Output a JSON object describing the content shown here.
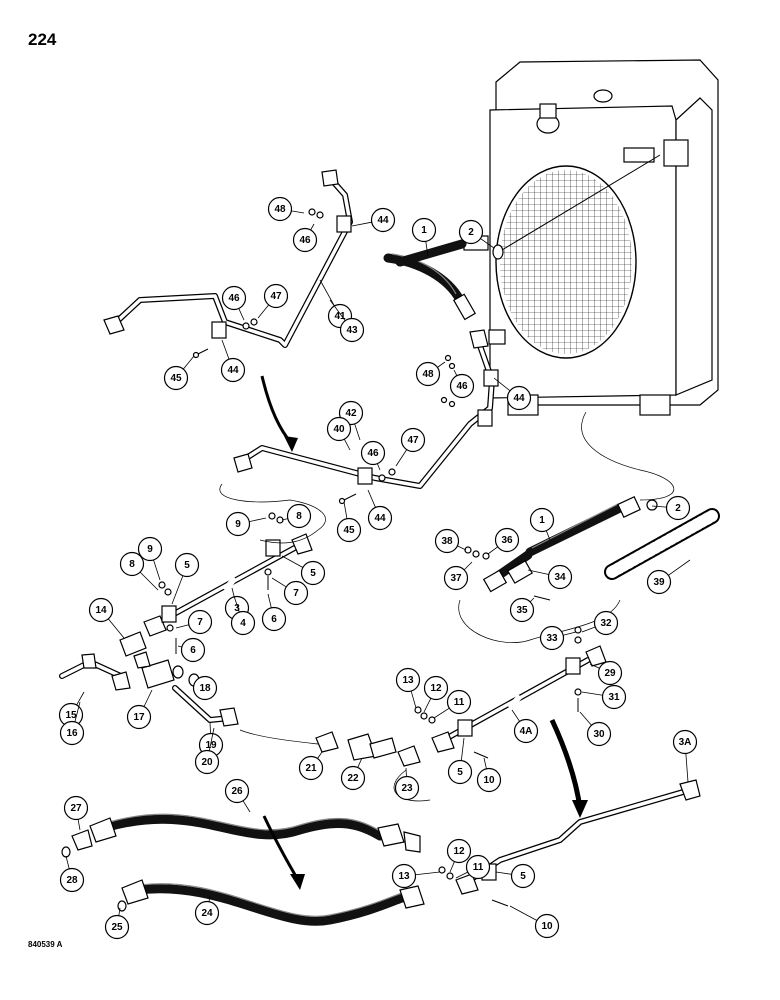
{
  "page_number": "224",
  "figure_code": "840539 A",
  "callouts": [
    {
      "id": "c-48a",
      "label": "48"
    },
    {
      "id": "c-46a",
      "label": "46"
    },
    {
      "id": "c-44a",
      "label": "44"
    },
    {
      "id": "c-1a",
      "label": "1"
    },
    {
      "id": "c-2a",
      "label": "2"
    },
    {
      "id": "c-46b",
      "label": "46"
    },
    {
      "id": "c-47a",
      "label": "47"
    },
    {
      "id": "c-41",
      "label": "41"
    },
    {
      "id": "c-43",
      "label": "43"
    },
    {
      "id": "c-45a",
      "label": "45"
    },
    {
      "id": "c-44b",
      "label": "44"
    },
    {
      "id": "c-48b",
      "label": "48"
    },
    {
      "id": "c-46c",
      "label": "46"
    },
    {
      "id": "c-44c",
      "label": "44"
    },
    {
      "id": "c-42",
      "label": "42"
    },
    {
      "id": "c-40",
      "label": "40"
    },
    {
      "id": "c-46d",
      "label": "46"
    },
    {
      "id": "c-47b",
      "label": "47"
    },
    {
      "id": "c-45b",
      "label": "45"
    },
    {
      "id": "c-44d",
      "label": "44"
    },
    {
      "id": "c-2b",
      "label": "2"
    },
    {
      "id": "c-1b",
      "label": "1"
    },
    {
      "id": "c-38",
      "label": "38"
    },
    {
      "id": "c-36",
      "label": "36"
    },
    {
      "id": "c-37",
      "label": "37"
    },
    {
      "id": "c-34",
      "label": "34"
    },
    {
      "id": "c-35",
      "label": "35"
    },
    {
      "id": "c-39",
      "label": "39"
    },
    {
      "id": "c-9a",
      "label": "9"
    },
    {
      "id": "c-8a",
      "label": "8"
    },
    {
      "id": "c-9b",
      "label": "9"
    },
    {
      "id": "c-8b",
      "label": "8"
    },
    {
      "id": "c-5a",
      "label": "5"
    },
    {
      "id": "c-5b",
      "label": "5"
    },
    {
      "id": "c-3",
      "label": "3"
    },
    {
      "id": "c-4",
      "label": "4"
    },
    {
      "id": "c-7a",
      "label": "7"
    },
    {
      "id": "c-6a",
      "label": "6"
    },
    {
      "id": "c-14",
      "label": "14"
    },
    {
      "id": "c-7b",
      "label": "7"
    },
    {
      "id": "c-6b",
      "label": "6"
    },
    {
      "id": "c-18",
      "label": "18"
    },
    {
      "id": "c-15",
      "label": "15"
    },
    {
      "id": "c-16",
      "label": "16"
    },
    {
      "id": "c-17",
      "label": "17"
    },
    {
      "id": "c-19",
      "label": "19"
    },
    {
      "id": "c-20",
      "label": "20"
    },
    {
      "id": "c-21",
      "label": "21"
    },
    {
      "id": "c-22",
      "label": "22"
    },
    {
      "id": "c-23",
      "label": "23"
    },
    {
      "id": "c-33",
      "label": "33"
    },
    {
      "id": "c-32",
      "label": "32"
    },
    {
      "id": "c-29",
      "label": "29"
    },
    {
      "id": "c-31",
      "label": "31"
    },
    {
      "id": "c-30",
      "label": "30"
    },
    {
      "id": "c-13a",
      "label": "13"
    },
    {
      "id": "c-12a",
      "label": "12"
    },
    {
      "id": "c-11a",
      "label": "11"
    },
    {
      "id": "c-4a",
      "label": "4A"
    },
    {
      "id": "c-5c",
      "label": "5"
    },
    {
      "id": "c-10a",
      "label": "10"
    },
    {
      "id": "c-3a",
      "label": "3A"
    },
    {
      "id": "c-26",
      "label": "26"
    },
    {
      "id": "c-27",
      "label": "27"
    },
    {
      "id": "c-28",
      "label": "28"
    },
    {
      "id": "c-24",
      "label": "24"
    },
    {
      "id": "c-25",
      "label": "25"
    },
    {
      "id": "c-12b",
      "label": "12"
    },
    {
      "id": "c-13b",
      "label": "13"
    },
    {
      "id": "c-11b",
      "label": "11"
    },
    {
      "id": "c-5d",
      "label": "5"
    },
    {
      "id": "c-10b",
      "label": "10"
    }
  ]
}
